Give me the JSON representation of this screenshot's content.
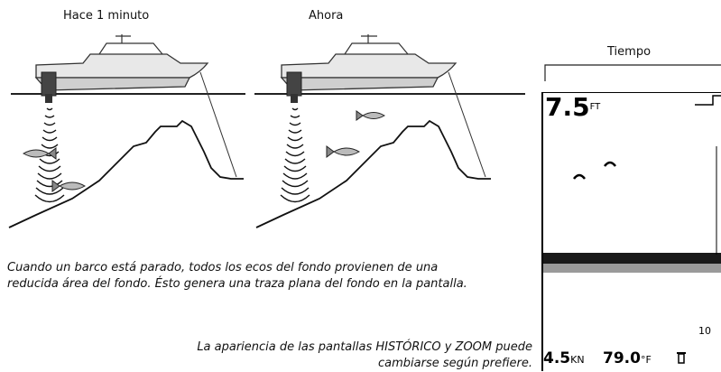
{
  "labels": {
    "before": "Hace 1 minuto",
    "now": "Ahora",
    "time": "Tiempo"
  },
  "captions": {
    "main_line1": "Cuando un barco está parado, todos los ecos del fondo provienen de una",
    "main_line2": "reducida área del fondo. Ésto genera una traza plana del fondo en la pantalla.",
    "note_line1": "La apariencia de las pantallas HISTÓRICO y ZOOM puede",
    "note_line2": "cambiarse según prefiere."
  },
  "sonar": {
    "depth_value": "7.5",
    "depth_unit": "FT",
    "scale_value": "10",
    "speed_value": "4.5",
    "speed_unit": "KN",
    "temp_value": "79.0",
    "temp_unit": "°F"
  },
  "colors": {
    "ink": "#111111",
    "water_line": "#222222",
    "bottom_echo": "#1a1a1a",
    "bottom_gray": "#9a9a9a"
  }
}
